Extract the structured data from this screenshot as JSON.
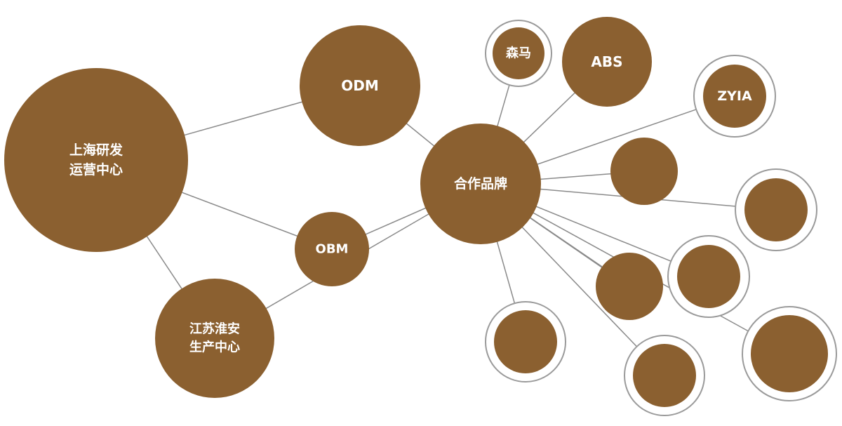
{
  "colors": {
    "node_fill": "#8B6030",
    "edge_stroke": "#8a8a8a",
    "ring_stroke": "#9a9a9a",
    "label_text": "#ffffff"
  },
  "nodes": {
    "shanghai": {
      "lines": [
        "上海研发",
        "运营中心"
      ]
    },
    "jiangsu": {
      "lines": [
        "江苏淮安",
        "生产中心"
      ]
    },
    "odm": {
      "lines": [
        "ODM"
      ]
    },
    "obm": {
      "lines": [
        "OBM"
      ]
    },
    "hub": {
      "lines": [
        "合作品牌"
      ]
    },
    "semir": {
      "lines": [
        "森马"
      ]
    },
    "abs": {
      "lines": [
        "ABS"
      ]
    },
    "zyia": {
      "lines": [
        "ZYIA"
      ]
    },
    "brand4": {
      "lines": []
    },
    "brand5": {
      "lines": []
    },
    "brand6": {
      "lines": []
    },
    "brand7": {
      "lines": []
    },
    "brand8": {
      "lines": []
    },
    "brand9": {
      "lines": []
    },
    "brand10": {
      "lines": []
    }
  },
  "edges": [
    [
      "shanghai",
      "odm"
    ],
    [
      "shanghai",
      "obm"
    ],
    [
      "shanghai",
      "jiangsu"
    ],
    [
      "odm",
      "hub"
    ],
    [
      "obm",
      "hub"
    ],
    [
      "jiangsu",
      "hub"
    ],
    [
      "hub",
      "semir"
    ],
    [
      "hub",
      "abs"
    ],
    [
      "hub",
      "zyia"
    ],
    [
      "hub",
      "brand4"
    ],
    [
      "hub",
      "brand5"
    ],
    [
      "hub",
      "brand6"
    ],
    [
      "hub",
      "brand7"
    ],
    [
      "hub",
      "brand8"
    ],
    [
      "hub",
      "brand9"
    ],
    [
      "hub",
      "brand10"
    ],
    [
      "hub",
      "brand11"
    ]
  ]
}
